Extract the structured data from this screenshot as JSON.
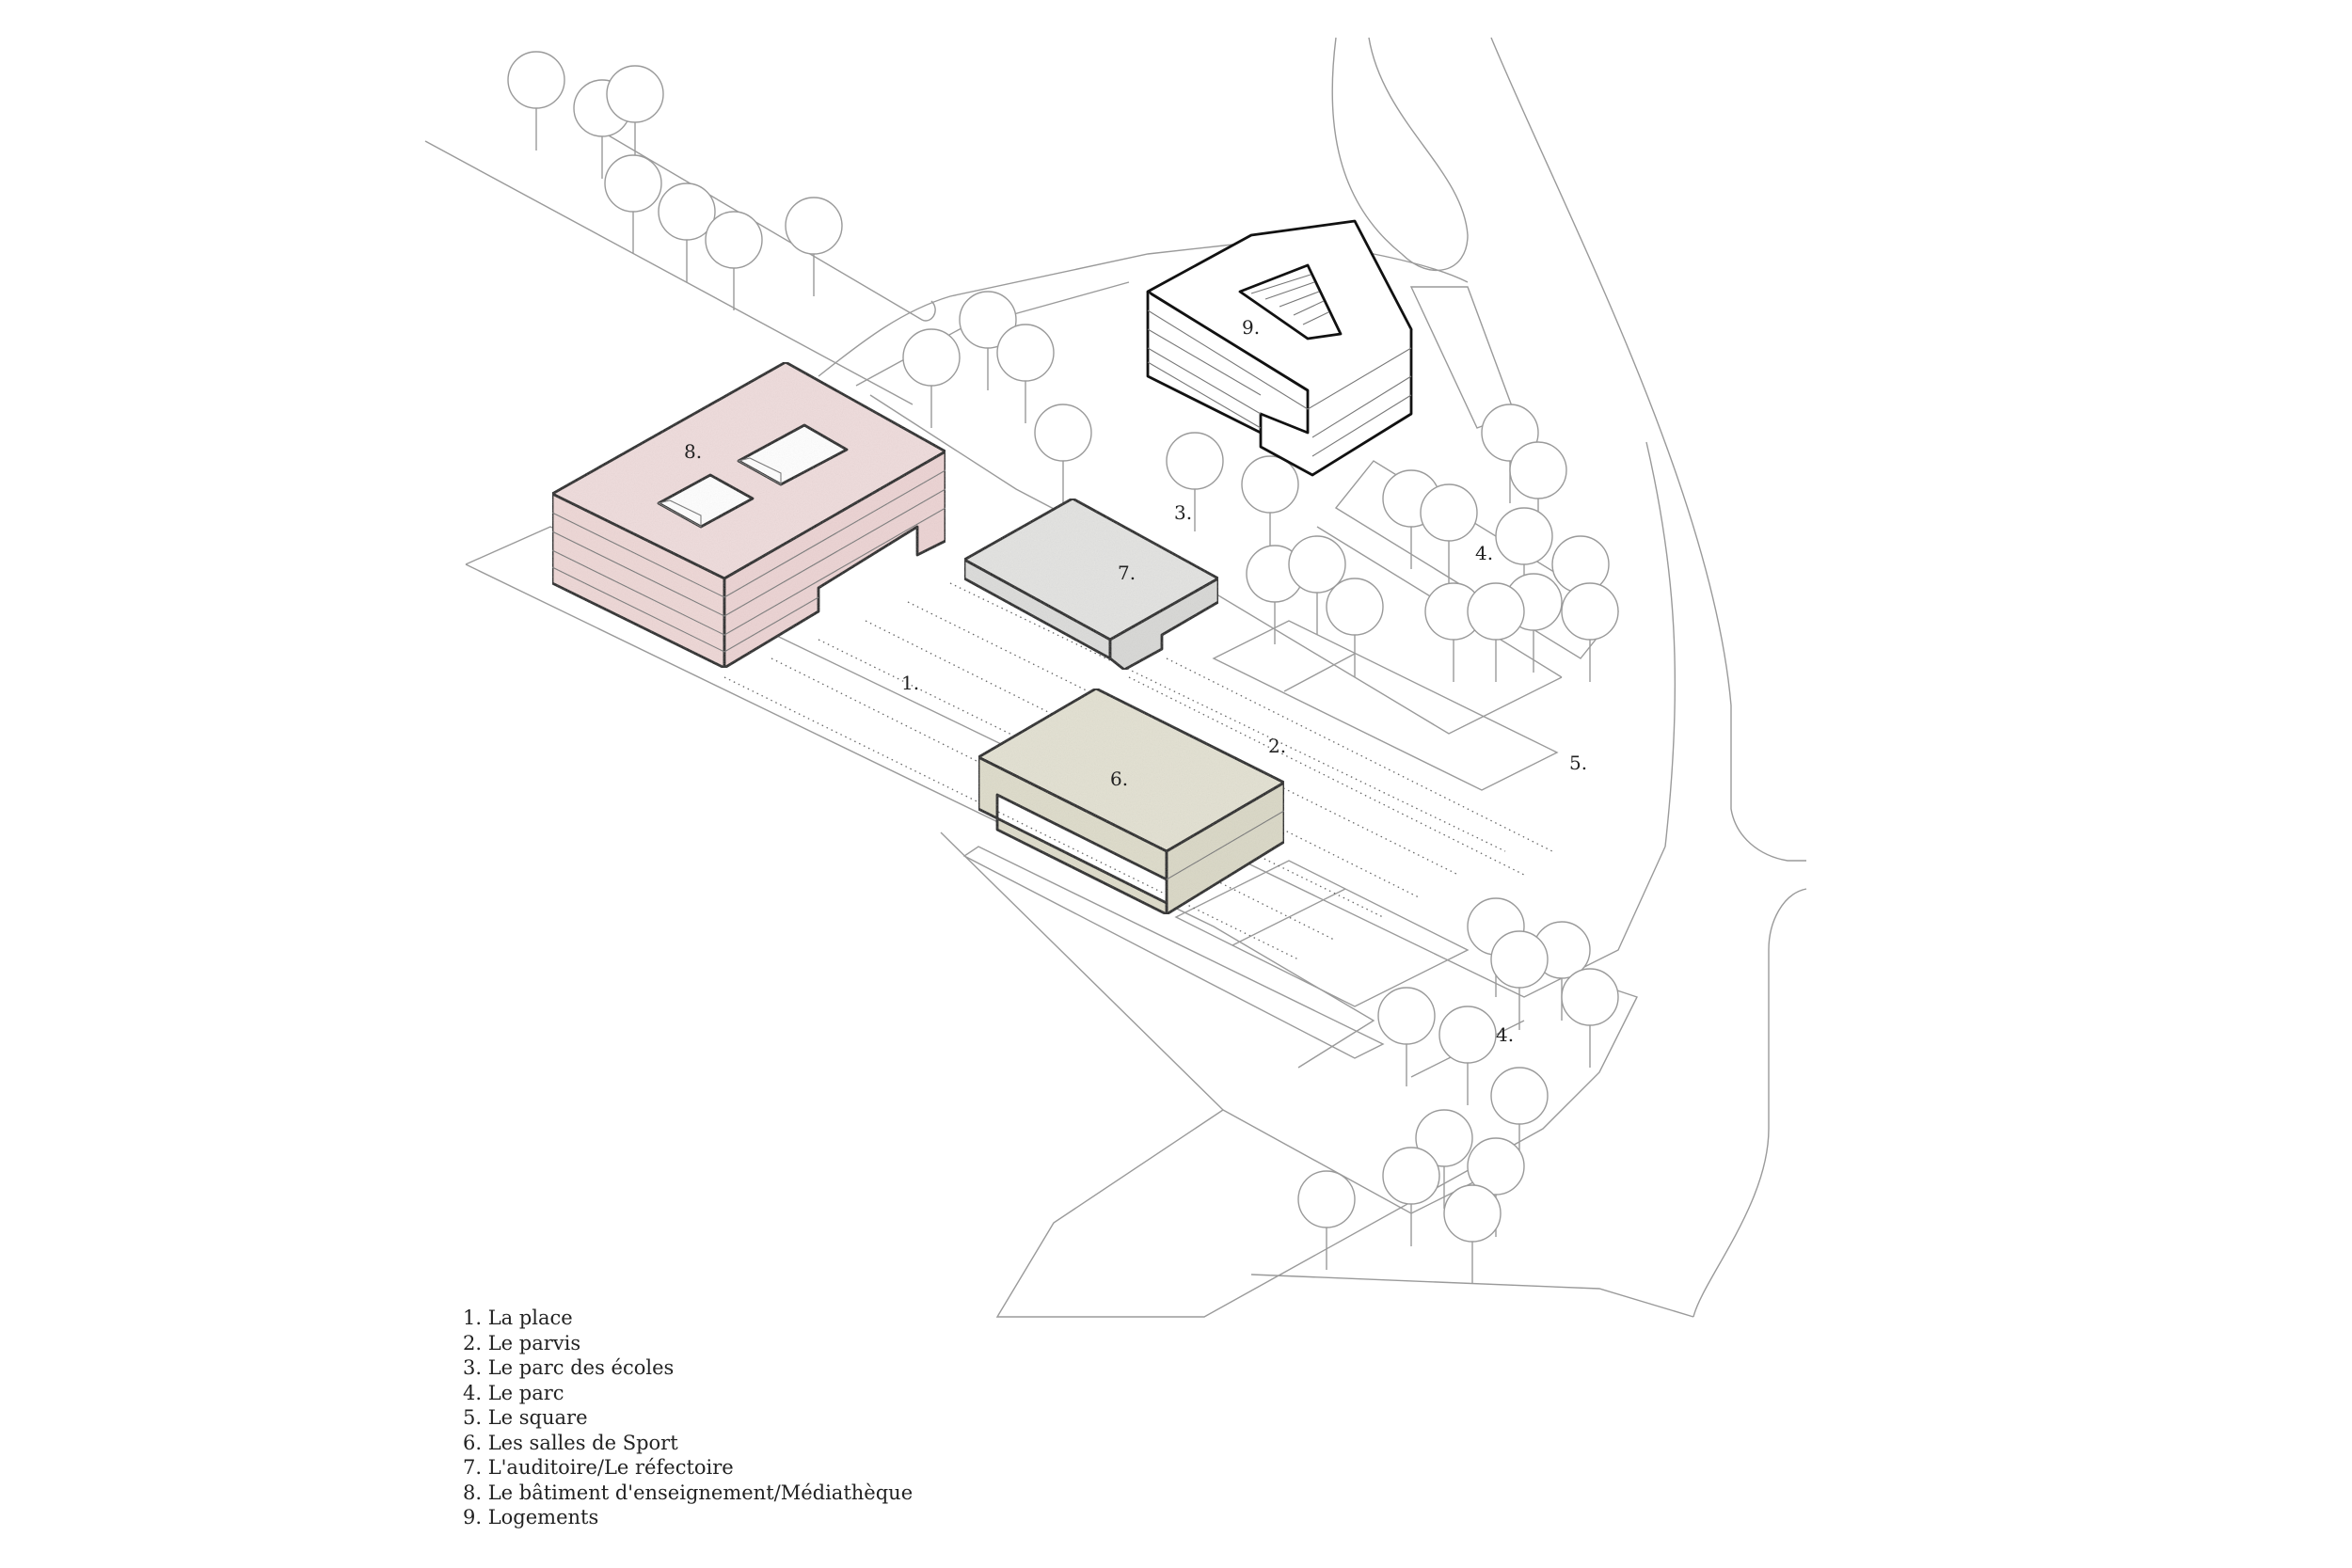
{
  "plan_labels": {
    "l1": "1.",
    "l2": "2.",
    "l3": "3.",
    "l4a": "4.",
    "l4b": "4.",
    "l5": "5.",
    "l6": "6.",
    "l7": "7.",
    "l8": "8.",
    "l9": "9."
  },
  "legend": [
    "1. La place",
    "2. Le parvis",
    "3. Le parc des écoles",
    "4. Le parc",
    "5. Le square",
    "6. Les salles de Sport",
    "7. L'auditoire/Le réfectoire",
    "8. Le bâtiment d'enseignement/Médiathèque",
    "9. Logements"
  ],
  "colors": {
    "building_8": "#efdcdc",
    "building_7": "#e3e3e1",
    "building_6": "#e3e1d2",
    "outline": "#111111",
    "context_line": "#9a9a9a"
  }
}
